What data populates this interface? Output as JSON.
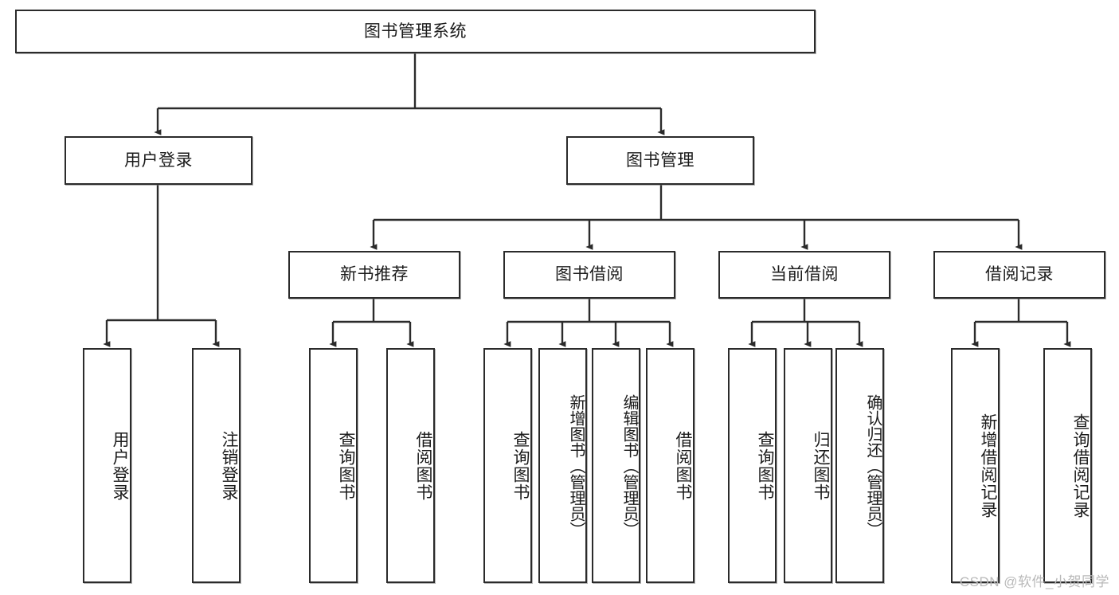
{
  "diagram": {
    "title": "图书管理系统",
    "watermark": "CSDN @软件_小贺同学",
    "levels": {
      "root": {
        "label": "图书管理系统"
      },
      "level2": [
        {
          "id": "user-login",
          "label": "用户登录"
        },
        {
          "id": "book-manage",
          "label": "图书管理"
        }
      ],
      "level3": [
        {
          "id": "new-book-recommend",
          "label": "新书推荐"
        },
        {
          "id": "book-borrow",
          "label": "图书借阅"
        },
        {
          "id": "current-borrow",
          "label": "当前借阅"
        },
        {
          "id": "borrow-record",
          "label": "借阅记录"
        }
      ],
      "leaves": [
        {
          "id": "leaf-user-login",
          "parent": "user-login",
          "label": "用户登录"
        },
        {
          "id": "leaf-user-logout",
          "parent": "user-login",
          "label": "注销登录"
        },
        {
          "id": "leaf-query-book-1",
          "parent": "new-book-recommend",
          "label": "查询图书"
        },
        {
          "id": "leaf-borrow-book-1",
          "parent": "new-book-recommend",
          "label": "借阅图书"
        },
        {
          "id": "leaf-query-book-2",
          "parent": "book-borrow",
          "label": "查询图书"
        },
        {
          "id": "leaf-add-book",
          "parent": "book-borrow",
          "label": "新增图书（管理员）"
        },
        {
          "id": "leaf-edit-book",
          "parent": "book-borrow",
          "label": "编辑图书（管理员）"
        },
        {
          "id": "leaf-borrow-book-2",
          "parent": "book-borrow",
          "label": "借阅图书"
        },
        {
          "id": "leaf-query-book-3",
          "parent": "current-borrow",
          "label": "查询图书"
        },
        {
          "id": "leaf-return-book",
          "parent": "current-borrow",
          "label": "归还图书"
        },
        {
          "id": "leaf-confirm-return",
          "parent": "current-borrow",
          "label": "确认归还（管理员）"
        },
        {
          "id": "leaf-add-record",
          "parent": "borrow-record",
          "label": "新增借阅记录"
        },
        {
          "id": "leaf-query-record",
          "parent": "borrow-record",
          "label": "查询借阅记录"
        }
      ]
    },
    "colors": {
      "stroke": "#2b2b2b",
      "fill": "#ffffff",
      "text": "#1b1b1b",
      "watermark": "#b9b9b9"
    }
  }
}
